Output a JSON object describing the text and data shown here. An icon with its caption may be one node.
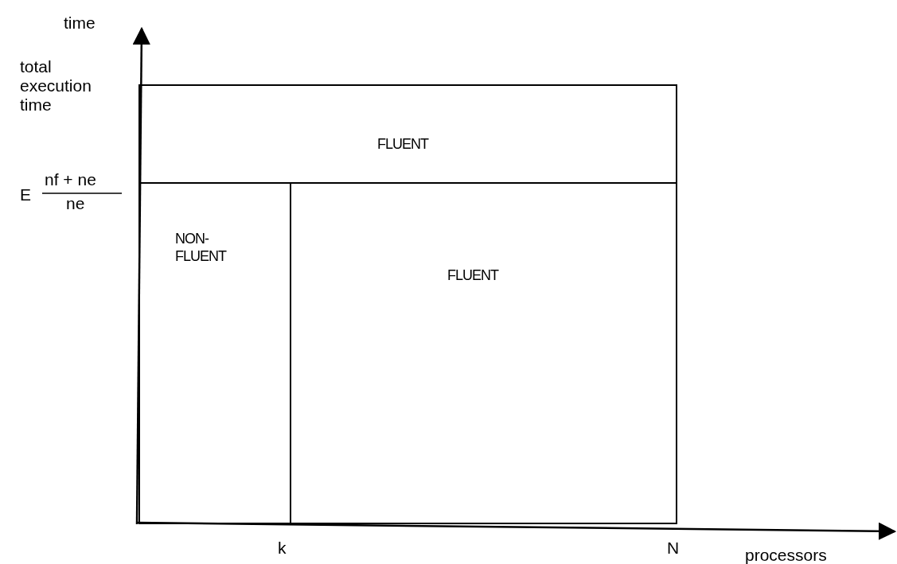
{
  "diagram": {
    "nodes": [
      {
        "text": [
          "FLUENT"
        ]
      },
      {
        "text": [
          "NON- FLUENT"
        ]
      },
      {
        "text": [
          "FLUENT"
        ]
      }
    ],
    "labels": [
      "time",
      "total execution time",
      "E",
      "nf + ne",
      "ne",
      "k",
      "N",
      "processors"
    ]
  }
}
